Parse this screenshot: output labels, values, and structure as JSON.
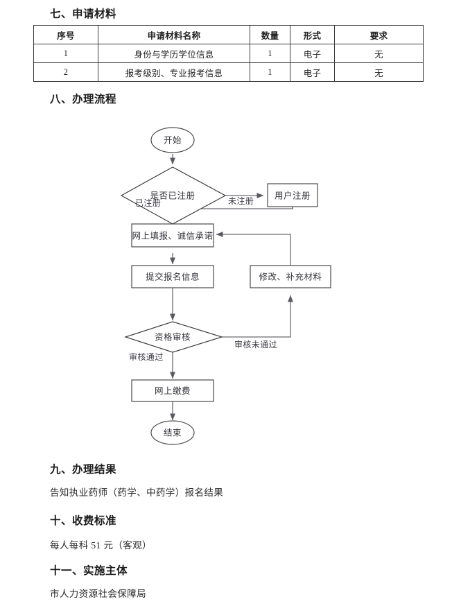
{
  "sections": {
    "materials": {
      "heading": "七、申请材料",
      "table": {
        "columns": [
          "序号",
          "申请材料名称",
          "数量",
          "形式",
          "要求"
        ],
        "rows": [
          [
            "1",
            "身份与学历学位信息",
            "1",
            "电子",
            "无"
          ],
          [
            "2",
            "报考级别、专业报考信息",
            "1",
            "电子",
            "无"
          ]
        ]
      }
    },
    "process": {
      "heading": "八、办理流程"
    },
    "result": {
      "heading": "九、办理结果",
      "text": "告知执业药师（药学、中药学）报名结果"
    },
    "fee": {
      "heading": "十、收费标准",
      "text": "每人每科 51 元（客观）"
    },
    "authority": {
      "heading": "十一、实施主体",
      "text": "市人力资源社会保障局"
    }
  },
  "flowchart": {
    "type": "diagram",
    "nodes": [
      {
        "id": "start",
        "shape": "ellipse",
        "label": "开始"
      },
      {
        "id": "is_reg",
        "shape": "diamond",
        "label": "是否已注册"
      },
      {
        "id": "user_reg",
        "shape": "rectangle",
        "label": "用户注册"
      },
      {
        "id": "fill_form",
        "shape": "rectangle",
        "label": "网上填报、诚信承诺"
      },
      {
        "id": "submit",
        "shape": "rectangle",
        "label": "提交报名信息"
      },
      {
        "id": "modify",
        "shape": "rectangle",
        "label": "修改、补充材料"
      },
      {
        "id": "audit",
        "shape": "diamond",
        "label": "资格审核"
      },
      {
        "id": "pay",
        "shape": "rectangle",
        "label": "网上缴费"
      },
      {
        "id": "end",
        "shape": "ellipse",
        "label": "结束"
      }
    ],
    "edge_labels": {
      "not_registered": "未注册",
      "registered": "已注册",
      "audit_failed": "审核未通过",
      "audit_passed": "审核通过"
    },
    "edges": [
      {
        "from": "start",
        "to": "is_reg",
        "label": ""
      },
      {
        "from": "is_reg",
        "to": "user_reg",
        "label": "未注册"
      },
      {
        "from": "user_reg",
        "to": "fill_form",
        "label": ""
      },
      {
        "from": "is_reg",
        "to": "fill_form",
        "label": "已注册"
      },
      {
        "from": "fill_form",
        "to": "submit",
        "label": ""
      },
      {
        "from": "submit",
        "to": "audit",
        "label": ""
      },
      {
        "from": "audit",
        "to": "modify",
        "label": "审核未通过"
      },
      {
        "from": "modify",
        "to": "fill_form",
        "label": ""
      },
      {
        "from": "audit",
        "to": "pay",
        "label": "审核通过"
      },
      {
        "from": "pay",
        "to": "end",
        "label": ""
      }
    ]
  }
}
